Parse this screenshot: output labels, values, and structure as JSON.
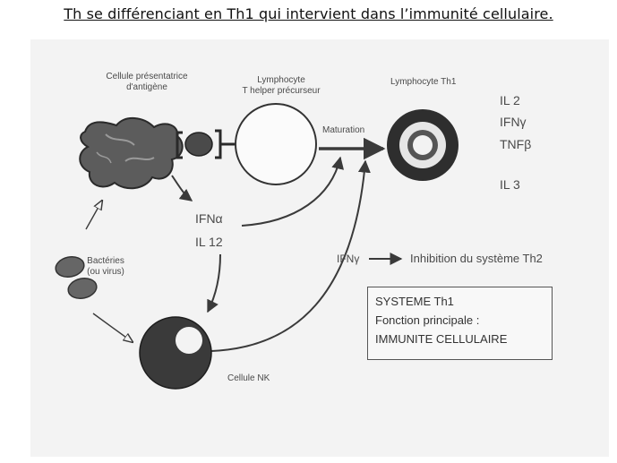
{
  "slide_title": "Th se différenciant en Th1 qui intervient dans l’immunité cellulaire.",
  "labels": {
    "apc_line1": "Cellule présentatrice",
    "apc_line2": "d'antigène",
    "lymph_line1": "Lymphocyte",
    "lymph_line2": "T helper précurseur",
    "th1": "Lymphocyte Th1",
    "maturation": "Maturation",
    "bacteria_line1": "Bactéries",
    "bacteria_line2": "(ou virus)",
    "nk": "Cellule NK",
    "ifn_alpha": "IFNα",
    "il12": "IL 12",
    "ifn_gamma": "IFNγ",
    "inhibition": "Inhibition du système Th2"
  },
  "cytokines": [
    "IL 2",
    "IFNγ",
    "TNFβ",
    "IL 3"
  ],
  "system_box": {
    "line1": "SYSTEME Th1",
    "line2": "Fonction principale :",
    "line3": "IMMUNITE CELLULAIRE"
  },
  "colors": {
    "ink": "#3a3a3a",
    "background": "#f3f3f3"
  }
}
